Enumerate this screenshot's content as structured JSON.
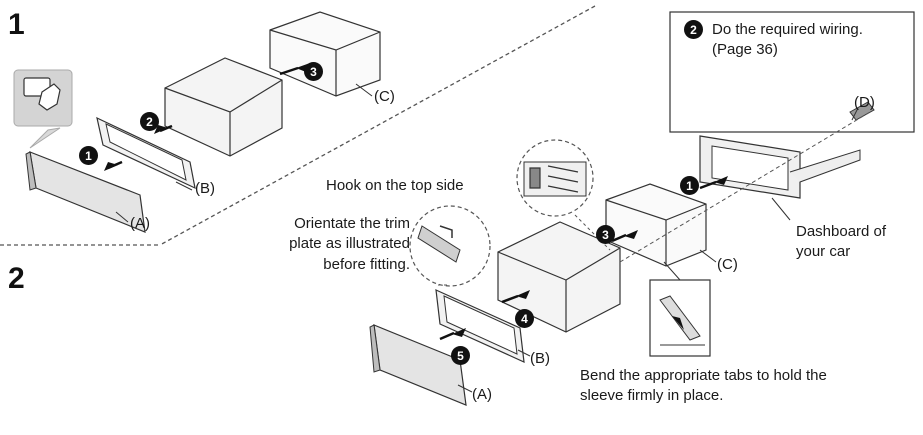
{
  "steps": {
    "one": "1",
    "two": "2"
  },
  "labels": {
    "a": "(A)",
    "b": "(B)",
    "c": "(C)",
    "d": "(D)"
  },
  "badges": [
    "1",
    "2",
    "3",
    "4",
    "5"
  ],
  "wiring_note": {
    "line1": "Do the required wiring.",
    "line2": "(Page 36)"
  },
  "hook_note": "Hook on the top side",
  "orient_note": {
    "line1": "Orientate the trim",
    "line2": "plate as illustrated",
    "line3": "before fitting."
  },
  "dashboard_note": {
    "line1": "Dashboard of",
    "line2": "your car"
  },
  "bend_note": {
    "line1": "Bend the appropriate tabs to hold the",
    "line2": "sleeve firmly in place."
  }
}
